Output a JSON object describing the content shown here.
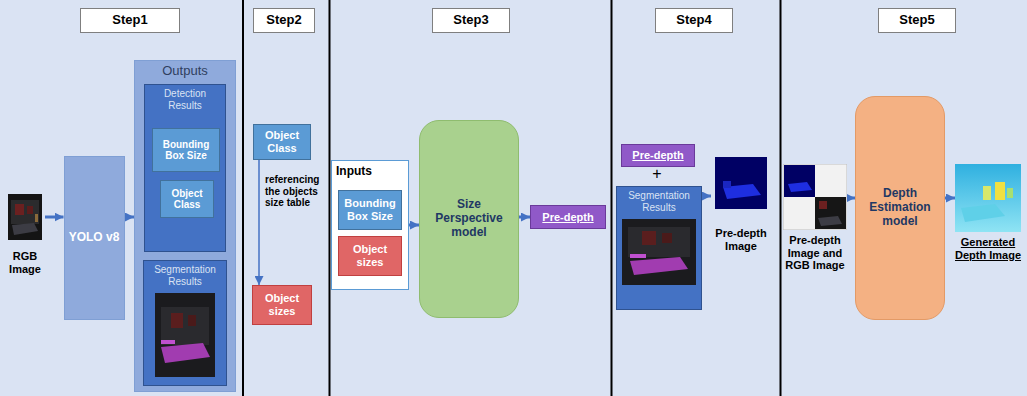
{
  "diagram": {
    "nodes": [
      {
        "text": [
          "Step1"
        ]
      },
      {
        "text": [
          "Step2"
        ]
      },
      {
        "text": [
          "Step3"
        ]
      },
      {
        "text": [
          "Step4"
        ]
      },
      {
        "text": [
          "Step5"
        ]
      },
      {
        "text": [
          "RGB Image"
        ]
      },
      {
        "text": [
          "YOLO v8"
        ]
      },
      {
        "text": [
          "Outputs"
        ]
      },
      {
        "text": [
          "Detection Results"
        ],
        "in": 7
      },
      {
        "text": [
          "Bounding Box Size"
        ],
        "in": 8
      },
      {
        "text": [
          "Object Class"
        ],
        "in": 8
      },
      {
        "text": [
          "Segmentation Results"
        ],
        "in": 7
      },
      {
        "text": [
          "Object Class"
        ]
      },
      {
        "text": [
          "Object sizes"
        ]
      },
      {
        "text": [
          "Inputs"
        ]
      },
      {
        "text": [
          "Bounding Box Size"
        ],
        "in": 14
      },
      {
        "text": [
          "Object sizes"
        ],
        "in": 14
      },
      {
        "text": [
          "Size Perspective model"
        ]
      },
      {
        "text": [
          "Pre-depth"
        ]
      },
      {
        "text": [
          "Pre-depth"
        ]
      },
      {
        "text": [
          "Segmentation Results"
        ]
      },
      {
        "text": [
          "Pre-depth Image"
        ]
      },
      {
        "text": [
          "Pre-depth Image and RGB Image"
        ]
      },
      {
        "text": [
          "Depth Estimation model"
        ]
      },
      {
        "text": [
          "Generated Depth Image"
        ]
      }
    ],
    "edges": [
      {
        "from": 5,
        "to": 6,
        "arrow": "to"
      },
      {
        "from": 6,
        "to": 7,
        "arrow": "to"
      },
      {
        "from": 12,
        "to": 13,
        "label": "referencing the objects size table",
        "arrow": "to"
      },
      {
        "from": 14,
        "to": 17,
        "arrow": "to"
      },
      {
        "from": 17,
        "to": 18,
        "arrow": "to"
      },
      {
        "from": 20,
        "to": 21,
        "arrow": "to"
      },
      {
        "from": 22,
        "to": 23,
        "arrow": "to"
      },
      {
        "from": 23,
        "to": 24,
        "arrow": "to"
      }
    ],
    "labels": [
      "+"
    ]
  }
}
